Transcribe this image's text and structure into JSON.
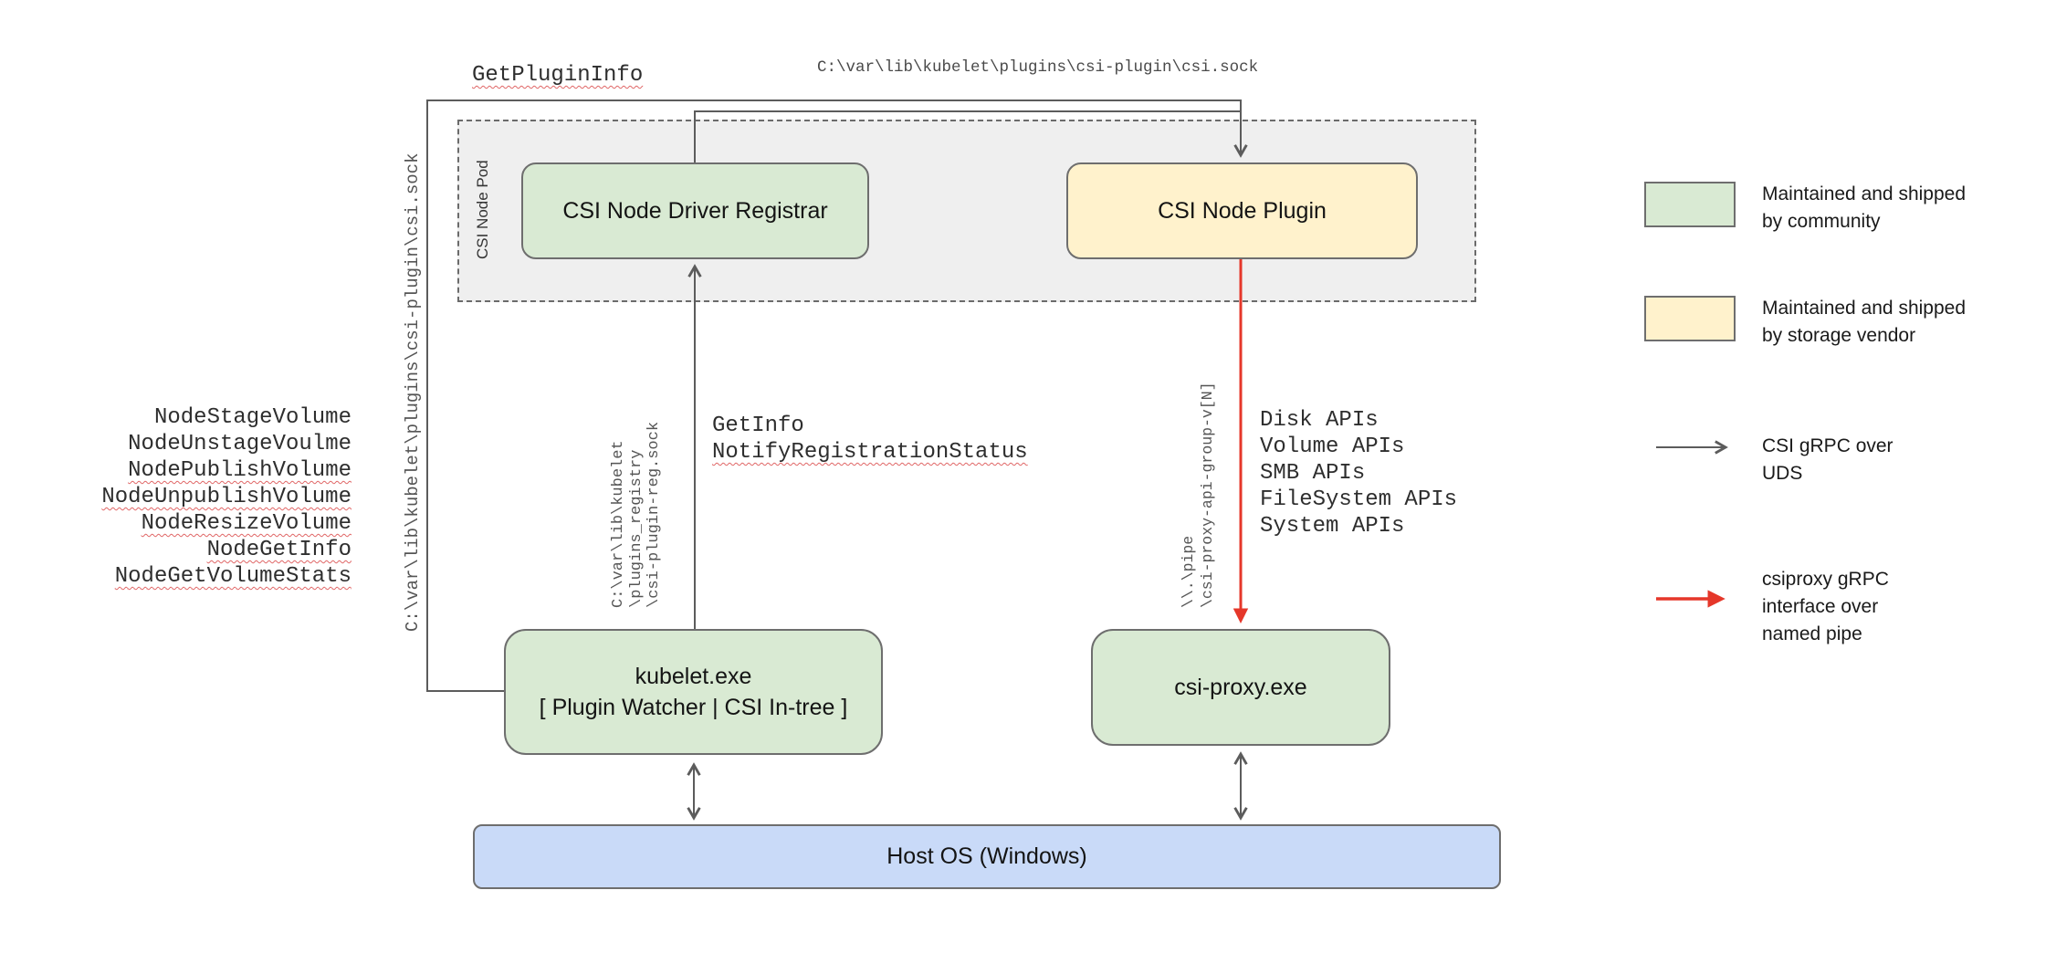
{
  "nodes": {
    "pod_label": "CSI Node Pod",
    "registrar": "CSI Node Driver Registrar",
    "plugin": "CSI Node Plugin",
    "kubelet_line1": "kubelet.exe",
    "kubelet_line2": "[ Plugin Watcher | CSI In-tree ]",
    "csi_proxy": "csi-proxy.exe",
    "host_os": "Host OS (Windows)"
  },
  "labels": {
    "get_plugin_info": "GetPluginInfo",
    "csi_sock_path_top": "C:\\var\\lib\\kubelet\\plugins\\csi-plugin\\csi.sock",
    "csi_sock_path_left": "C:\\var\\lib\\kubelet\\plugins\\csi-plugin\\csi.sock",
    "node_rpcs": [
      {
        "text": "NodeStageVolume",
        "misspelled": false
      },
      {
        "text": "NodeUnstageVoulme",
        "misspelled": false
      },
      {
        "text": "NodePublishVolume",
        "misspelled": true
      },
      {
        "text": "NodeUnpublishVolume",
        "misspelled": true
      },
      {
        "text": "NodeResizeVolume",
        "misspelled": true
      },
      {
        "text": "NodeGetInfo",
        "misspelled": true
      },
      {
        "text": "NodeGetVolumeStats",
        "misspelled": true
      }
    ],
    "registry_sock_lines": [
      "C:\\var\\lib\\kubelet",
      "\\plugins_registry",
      "\\csi-plugin-reg.sock"
    ],
    "get_info": "GetInfo",
    "notify_registration_status": "NotifyRegistrationStatus",
    "named_pipe_lines": [
      "\\\\.\\pipe",
      "\\csi-proxy-api-group-v[N]"
    ],
    "proxy_apis": [
      "Disk APIs",
      "Volume APIs",
      "SMB APIs",
      "FileSystem APIs",
      "System APIs"
    ]
  },
  "legend": {
    "items": [
      {
        "symbol": "green-box",
        "lines": [
          "Maintained and shipped",
          "by community"
        ]
      },
      {
        "symbol": "yellow-box",
        "lines": [
          "Maintained and shipped",
          "by storage vendor"
        ]
      },
      {
        "symbol": "gray-arrow",
        "lines": [
          "CSI gRPC over",
          "UDS"
        ]
      },
      {
        "symbol": "red-arrow",
        "lines": [
          "csiproxy gRPC",
          "interface over",
          "named pipe"
        ]
      }
    ]
  },
  "colors": {
    "community_green": "#d9ead3",
    "vendor_yellow": "#fff2cc",
    "host_blue": "#c9daf8",
    "pod_gray": "#efefef",
    "line_gray": "#5c5c5c",
    "arrow_red": "#e5372a",
    "squiggle_red": "#e06666"
  }
}
